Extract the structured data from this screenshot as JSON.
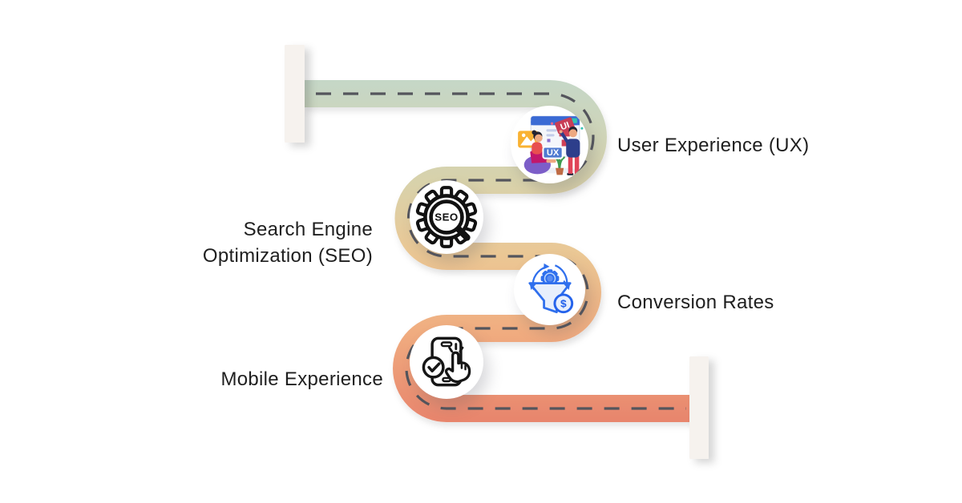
{
  "figure": {
    "kind": "website-optimization-roadmap",
    "background": "#ffffff",
    "text_color": "#1f1f1f"
  },
  "road": {
    "dash_color": "#54555c",
    "marker_color": "#f6f2ee",
    "gradient_stops": [
      "#c5d7c7",
      "#d8d2ab",
      "#ebc794",
      "#f0ad80",
      "#e8866d"
    ]
  },
  "milestones": [
    {
      "label": "User Experience (UX)",
      "icon": "ux-illustration",
      "side": "right"
    },
    {
      "label": "Search Engine Optimization (SEO)",
      "icon": "seo-gear-magnifier",
      "side": "left"
    },
    {
      "label": "Conversion Rates",
      "icon": "conversion-funnel",
      "side": "right"
    },
    {
      "label": "Mobile Experience",
      "icon": "mobile-tap",
      "side": "left"
    }
  ],
  "icon_texts": {
    "seo": "SEO",
    "ux_tag": "UX",
    "ui_tag": "UI",
    "dollar": "$"
  }
}
